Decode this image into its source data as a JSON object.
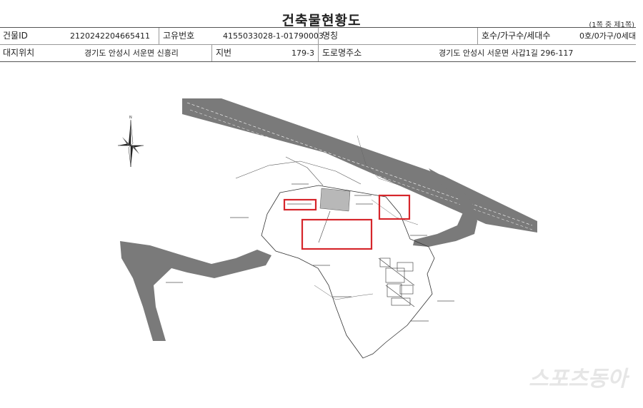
{
  "header": {
    "title": "건축물현황도",
    "page_info": "(1쪽 중 제1쪽)"
  },
  "info": {
    "building_id_label": "건물ID",
    "building_id": "2120242204665411",
    "unique_no_label": "고유번호",
    "unique_no": "4155033028-1-01790003",
    "name_label": "명칭",
    "name": "",
    "units_label": "호수/가구수/세대수",
    "units": "0호/0가구/0세대",
    "site_label": "대지위치",
    "site": "경기도 안성시 서운면 신흥리",
    "lot_label": "지번",
    "lot": "179-3",
    "road_label": "도로명주소",
    "road": "경기도 안성시 서운면 사갑1길 296-117"
  },
  "watermark": "스포츠동아",
  "colors": {
    "highlight": "#d6262b",
    "road_fill": "#7a7a7a",
    "building_fill": "#b8b8b8"
  }
}
